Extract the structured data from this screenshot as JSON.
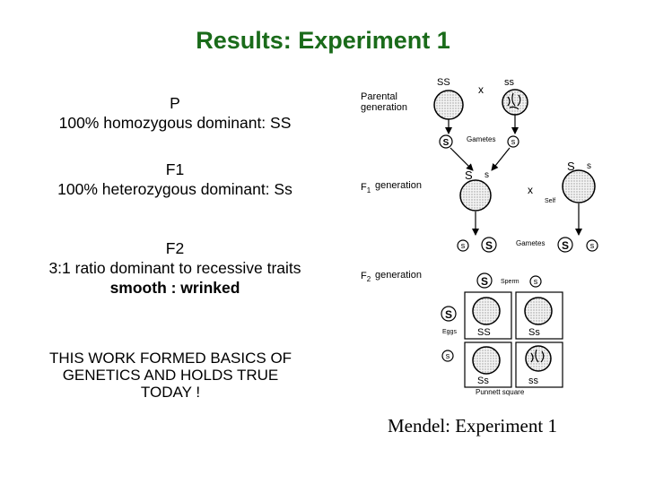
{
  "title": "Results:  Experiment 1",
  "left": {
    "p": {
      "heading": "P",
      "text": "100% homozygous dominant:  SS"
    },
    "f1": {
      "heading": "F1",
      "text": "100% heterozygous dominant:  Ss"
    },
    "f2": {
      "heading": "F2",
      "text": "3:1 ratio dominant to recessive traits",
      "subtext": "smooth : wrinked"
    },
    "closing": [
      "THIS WORK FORMED BASICS OF",
      "GENETICS AND HOLDS TRUE",
      "TODAY !"
    ]
  },
  "diagram": {
    "parental_label_1": "Parental",
    "parental_label_2": "generation",
    "parent1_genotype": "SS",
    "parent2_genotype": "ss",
    "cross_symbol": "x",
    "gametes_label": "Gametes",
    "gamete_S": "S",
    "gamete_s": "s",
    "f1_label": "generation",
    "f1_prefix": "F",
    "f1_sub": "1",
    "self_label": "Self",
    "f2_prefix": "F",
    "f2_sub": "2",
    "f2_label": "generation",
    "sperm_label": "Sperm",
    "eggs_label": "Eggs",
    "punnett_cells": [
      "SS",
      "Ss",
      "Ss",
      "ss"
    ],
    "punnett_label": "Punnett square",
    "caption": "Mendel: Experiment 1"
  }
}
